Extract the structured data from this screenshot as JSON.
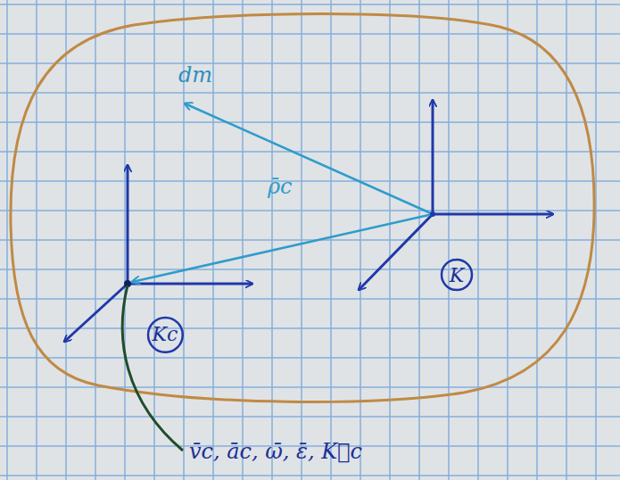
{
  "diagram": {
    "nodes": [
      {
        "text": [
          "K"
        ]
      },
      {
        "text": [
          "Kc"
        ]
      }
    ],
    "labels": [
      "dm",
      "ρ̄c",
      "v̄c, āc, ω̄, ε̄, K⃗c"
    ]
  }
}
